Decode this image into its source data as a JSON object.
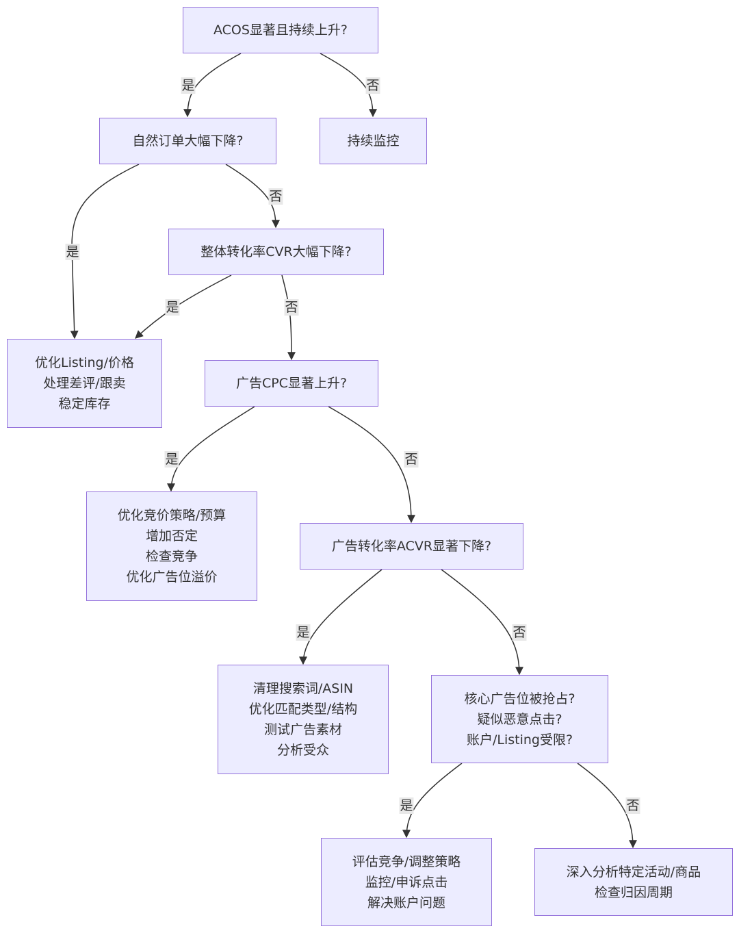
{
  "title": "ACOS上升诊断流程图",
  "colors": {
    "node_fill": "#ececff",
    "node_border": "#9370db",
    "edge": "#333333",
    "label_bg": "#e8e8e8",
    "text": "#333333"
  },
  "nodes": {
    "acos": {
      "lines": [
        "ACOS显著且持续上升?"
      ]
    },
    "organic": {
      "lines": [
        "自然订单大幅下降?"
      ]
    },
    "monitor": {
      "lines": [
        "持续监控"
      ]
    },
    "cvr": {
      "lines": [
        "整体转化率CVR大幅下降?"
      ]
    },
    "listing": {
      "lines": [
        "优化Listing/价格",
        "处理差评/跟卖",
        "稳定库存"
      ]
    },
    "cpc": {
      "lines": [
        "广告CPC显著上升?"
      ]
    },
    "bid": {
      "lines": [
        "优化竞价策略/预算",
        "增加否定",
        "检查竞争",
        "优化广告位溢价"
      ]
    },
    "acvr": {
      "lines": [
        "广告转化率ACVR显著下降?"
      ]
    },
    "search": {
      "lines": [
        "清理搜索词/ASIN",
        "优化匹配类型/结构",
        "测试广告素材",
        "分析受众"
      ]
    },
    "placement": {
      "lines": [
        "核心广告位被抢占?",
        "疑似恶意点击?",
        "账户/Listing受限?"
      ]
    },
    "compete": {
      "lines": [
        "评估竞争/调整策略",
        "监控/申诉点击",
        "解决账户问题"
      ]
    },
    "deep": {
      "lines": [
        "深入分析特定活动/商品",
        "检查归因周期"
      ]
    }
  },
  "edges": [
    {
      "from": "acos",
      "to": "organic",
      "label": "是"
    },
    {
      "from": "acos",
      "to": "monitor",
      "label": "否"
    },
    {
      "from": "organic",
      "to": "listing",
      "label": "是"
    },
    {
      "from": "organic",
      "to": "cvr",
      "label": "否"
    },
    {
      "from": "cvr",
      "to": "listing",
      "label": "是"
    },
    {
      "from": "cvr",
      "to": "cpc",
      "label": "否"
    },
    {
      "from": "cpc",
      "to": "bid",
      "label": "是"
    },
    {
      "from": "cpc",
      "to": "acvr",
      "label": "否"
    },
    {
      "from": "acvr",
      "to": "search",
      "label": "是"
    },
    {
      "from": "acvr",
      "to": "placement",
      "label": "否"
    },
    {
      "from": "placement",
      "to": "compete",
      "label": "是"
    },
    {
      "from": "placement",
      "to": "deep",
      "label": "否"
    }
  ]
}
